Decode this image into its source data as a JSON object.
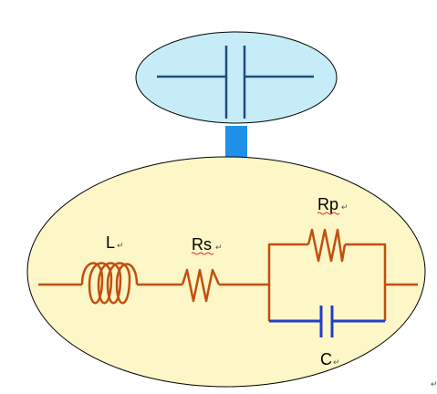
{
  "labels": {
    "inductor": "L",
    "series_resistor": "Rs",
    "parallel_resistor": "Rp",
    "capacitor": "C"
  },
  "paragraph_mark": "↵",
  "colors": {
    "top_ellipse_fill": "#c6ecf7",
    "bottom_ellipse_fill": "#fdf6c6",
    "ellipse_stroke": "#000000",
    "capacitor_symbol": "#1f4e79",
    "arrow": "#1e90e8",
    "circuit_wire": "#c0500f",
    "capacitor_branch": "#1f3fc8",
    "squiggle_underline": "#e03030"
  }
}
